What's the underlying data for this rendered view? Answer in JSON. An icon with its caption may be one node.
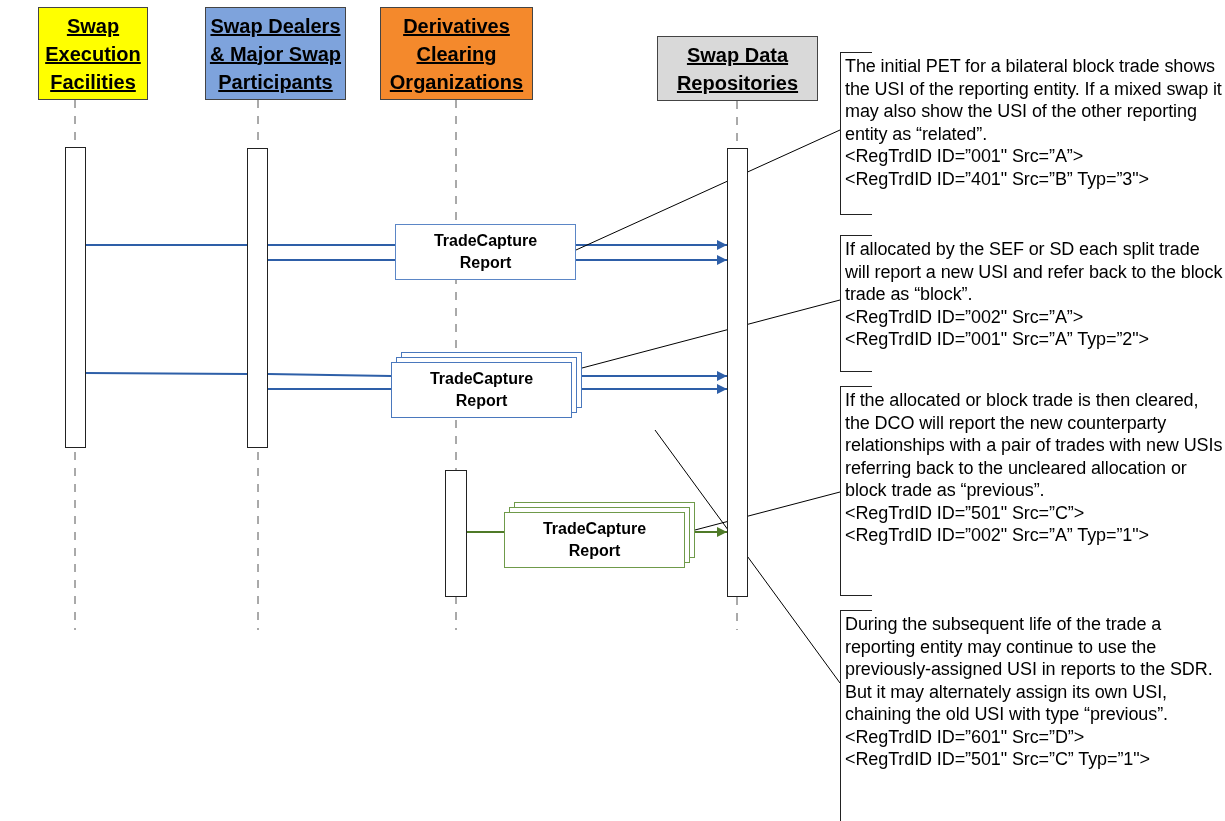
{
  "diagram": {
    "nodes": [
      {
        "text": [
          "Swap Execution Facilities"
        ]
      },
      {
        "text": [
          "Swap Dealers & Major Swap Participants"
        ]
      },
      {
        "text": [
          "Derivatives Clearing Organizations"
        ]
      },
      {
        "text": [
          "Swap Data Repositories"
        ]
      },
      {
        "text": [],
        "shape": "bar"
      },
      {
        "text": [],
        "shape": "bar"
      },
      {
        "text": [],
        "shape": "bar"
      },
      {
        "text": [],
        "shape": "bar"
      },
      {
        "text": [
          "TradeCapture Report"
        ]
      },
      {
        "text": [
          "TradeCapture Report"
        ]
      },
      {
        "text": [
          "TradeCapture Report"
        ]
      },
      {
        "text": [
          "The initial PET for a bilateral block trade shows the USI of the reporting entity. If a mixed swap it may also show the USI of the other reporting entity as “related”.",
          "<RegTrdID ID=”001\" Src=”A”>",
          "<RegTrdID ID=”401\" Src=”B” Typ=”3\">"
        ]
      },
      {
        "text": [
          "If allocated by the SEF or SD each split trade will report a new USI and refer back to the block trade as “block”.",
          "<RegTrdID ID=”002\" Src=”A”>",
          "<RegTrdID ID=”001\" Src=”A” Typ=”2\">"
        ]
      },
      {
        "text": [
          "If the allocated or block trade is then cleared, the DCO will report the new counterparty relationships with a pair of trades with new USIs referring back to the uncleared allocation or block trade as “previous”.",
          "<RegTrdID ID=”501\" Src=”C”>",
          "<RegTrdID ID=”002\" Src=”A” Typ=”1\">"
        ]
      },
      {
        "text": [
          "During the subsequent life of the trade a reporting entity may continue to use the previously-assigned USI in reports to the SDR. But it may alternately assign its own USI, chaining the old USI with type “previous”.",
          "<RegTrdID ID=”601\" Src=”D”>",
          "<RegTrdID ID=”501\" Src=”C” Typ=”1\">"
        ]
      }
    ],
    "edges": [
      {
        "from": 4,
        "to": 5,
        "arrow": "none"
      },
      {
        "from": 5,
        "to": 8,
        "arrow": "none"
      },
      {
        "from": 5,
        "to": 8,
        "arrow": "none"
      },
      {
        "from": 8,
        "to": 7,
        "arrow": "to"
      },
      {
        "from": 8,
        "to": 7,
        "arrow": "to"
      },
      {
        "from": 4,
        "to": 5,
        "arrow": "none"
      },
      {
        "from": 5,
        "to": 9,
        "arrow": "none"
      },
      {
        "from": 5,
        "to": 9,
        "arrow": "none"
      },
      {
        "from": 9,
        "to": 7,
        "arrow": "to"
      },
      {
        "from": 9,
        "to": 7,
        "arrow": "to"
      },
      {
        "from": 6,
        "to": 10,
        "arrow": "none",
        "color": "#4f7a28"
      },
      {
        "from": 10,
        "to": 7,
        "arrow": "to",
        "color": "#4f7a28"
      },
      {
        "from": 11,
        "to": 8,
        "arrow": "none",
        "color": "#000000"
      },
      {
        "from": 12,
        "to": 9,
        "arrow": "none",
        "color": "#000000"
      },
      {
        "from": 13,
        "to": 10,
        "arrow": "none",
        "color": "#000000"
      },
      {
        "from": 14,
        "to": null,
        "arrow": "none",
        "color": "#000000"
      }
    ]
  }
}
